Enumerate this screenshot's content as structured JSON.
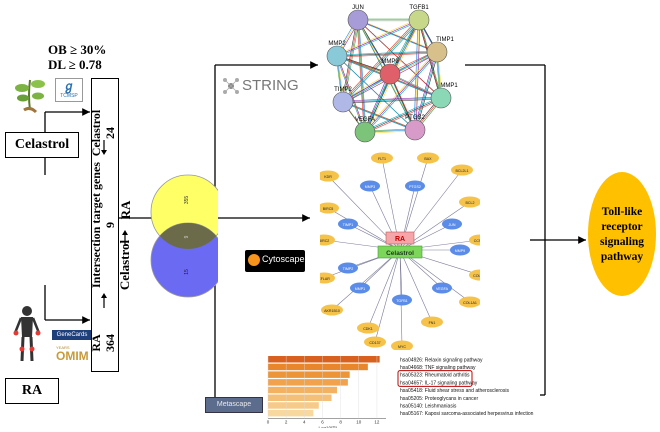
{
  "criteria": {
    "ob": "OB ≥ 30%",
    "dl": "DL ≥ 0.78"
  },
  "celastrol_label": "Celastrol",
  "ra_label": "RA",
  "tcmsp_logo": "TCMSP",
  "genecards_logo": "GeneCards",
  "omim_logo": "OMIM",
  "omim_years": "YEARS",
  "left_panel": {
    "celastrol_line": "Celastrol",
    "celastrol_count": "24",
    "intersection_title": "Intersection target genes",
    "intersection_count": "9",
    "ra_line": "RA",
    "ra_count": "364"
  },
  "venn": {
    "label_ra": "RA",
    "label_celastrol": "Celastrol",
    "top_count": "355",
    "middle_count": "9",
    "bottom_count": "15"
  },
  "string_logo": "STRING",
  "cytoscape_logo": "Cytoscape",
  "metascape_logo": "Metascape",
  "ppi_network": {
    "nodes": [
      "JUN",
      "TGFB1",
      "MMP2",
      "TIMP1",
      "MMP9",
      "MMP1",
      "TIMP2",
      "VEGFA",
      "PTGS2"
    ]
  },
  "cyto_network": {
    "center_top": "RA",
    "center_bottom": "Celastrol",
    "blue_nodes": [
      "MMP3",
      "PTGS2",
      "TIMP1",
      "JUN",
      "MMP9",
      "TIMP2",
      "VEGFA",
      "MMP1",
      "TGFB1"
    ],
    "orange_nodes": [
      "FLT1",
      "BAX",
      "BCL2L1",
      "KDR",
      "BIRC5",
      "BCL2",
      "CCND1",
      "BIRC2",
      "COL4A4",
      "CFLAR",
      "COL1A1",
      "AKR1B10",
      "CDK1",
      "FN1",
      "CD137",
      "MYC"
    ]
  },
  "enrichment": {
    "terms": [
      "hsa04926: Relaxin signaling pathway",
      "hsa04668: TNF signaling pathway",
      "hsa05323: Rheumatoid arthritis",
      "hsa04657: IL-17 signaling pathway",
      "hsa05418: Fluid shear stress and atherosclerosis",
      "hsa05205: Proteoglycans in cancer",
      "hsa05140: Leishmaniasis",
      "hsa05167: Kaposi sarcoma-associated herpesvirus infection"
    ],
    "values": [
      12.3,
      11.0,
      9.0,
      8.8,
      7.6,
      7.0,
      5.6,
      5.0
    ],
    "xlabel": "-Log10(P)",
    "ticks": [
      "0",
      "2",
      "4",
      "6",
      "8",
      "10",
      "12"
    ],
    "highlighted": [
      2,
      3
    ]
  },
  "result": {
    "line1": "Toll-like",
    "line2": "receptor",
    "line3": "signaling",
    "line4": "pathway"
  },
  "colors": {
    "oval": "#FFC000",
    "ra_node": "#F4A6A8",
    "celastrol_node": "#7CD65A",
    "blue_node": "#5B8DE8",
    "orange_node": "#F5C24A",
    "venn_top": "#FFFF66",
    "venn_bottom": "#6A6AF2",
    "bar": "#E8862C",
    "highlight": "#C00000"
  }
}
